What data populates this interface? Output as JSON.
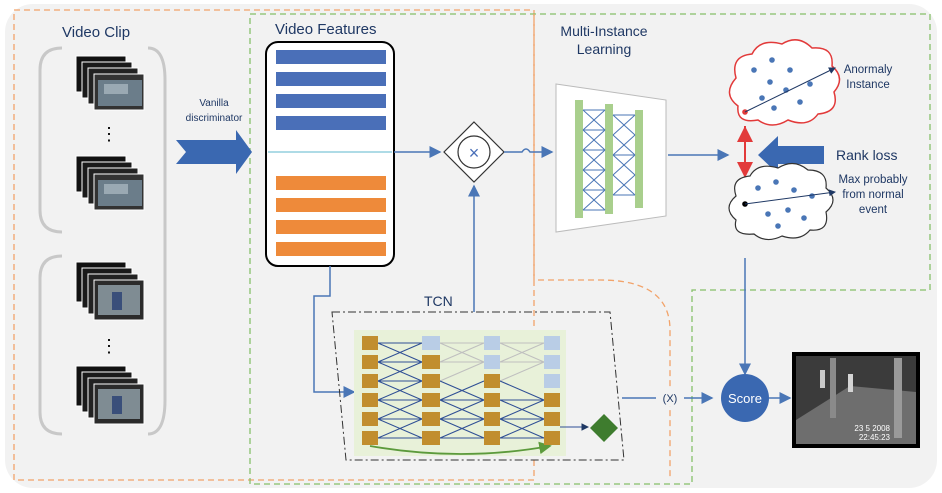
{
  "labels": {
    "video_clip": "Video Clip",
    "video_features": "Video Features",
    "mil_line1": "Multi-Instance",
    "mil_line2": "Learning",
    "vanilla_line1": "Vanilla",
    "vanilla_line2": "discriminator",
    "anomaly_line1": "Anormaly",
    "anomaly_line2": "Instance",
    "rank_loss": "Rank loss",
    "normal_line1": "Max probably",
    "normal_line2": "from normal",
    "normal_line3": "event",
    "tcn": "TCN",
    "score": "Score",
    "mult_symbol": "×",
    "x_marker": "(X)",
    "ellipsis": "⋮",
    "timestamp_line1": "23  5 2008",
    "timestamp_line2": "22:45:23"
  },
  "colors": {
    "feature_blue": "#4a6fb8",
    "feature_orange": "#ee8a3a",
    "arrow_blue": "#4a76b6",
    "score_fill": "#3a68b1",
    "mil_green": "#a9cf8d",
    "tcn_gold": "#c18e2e",
    "tcn_lightblue": "#b9cde6",
    "tcn_bg": "#e8f1d9",
    "anomaly_red": "#e23a3a",
    "dash_orange": "#f2a36a",
    "dash_green": "#86c06a",
    "diamond_green": "#3e7c2e"
  }
}
